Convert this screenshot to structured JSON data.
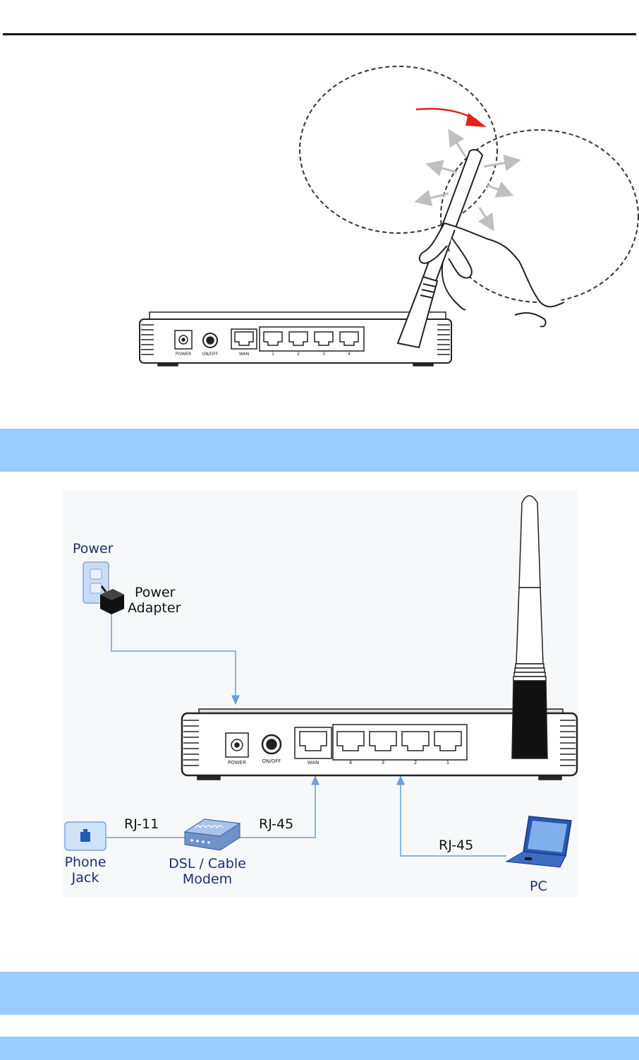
{
  "figure1": {
    "ports": {
      "power": "POWER",
      "onoff": "ON/OFF",
      "wan": "WAN",
      "lan": [
        "1",
        "2",
        "3",
        "4"
      ]
    }
  },
  "figure2": {
    "labels": {
      "power": "Power",
      "adapter_line1": "Power",
      "adapter_line2": "Adapter",
      "rj11": "RJ-11",
      "rj45_modem": "RJ-45",
      "rj45_pc": "RJ-45",
      "phone_line1": "Phone",
      "phone_line2": "Jack",
      "modem_line1": "DSL / Cable",
      "modem_line2": "Modem",
      "pc": "PC"
    },
    "ports": {
      "power": "POWER",
      "onoff": "ON/OFF",
      "wan": "WAN",
      "lan": [
        "4",
        "3",
        "2",
        "1"
      ]
    },
    "colors": {
      "cable": "#6a9fd8",
      "label": "#1c2f6f",
      "arrow_red": "#d9261c",
      "band": "#99ccff"
    }
  }
}
